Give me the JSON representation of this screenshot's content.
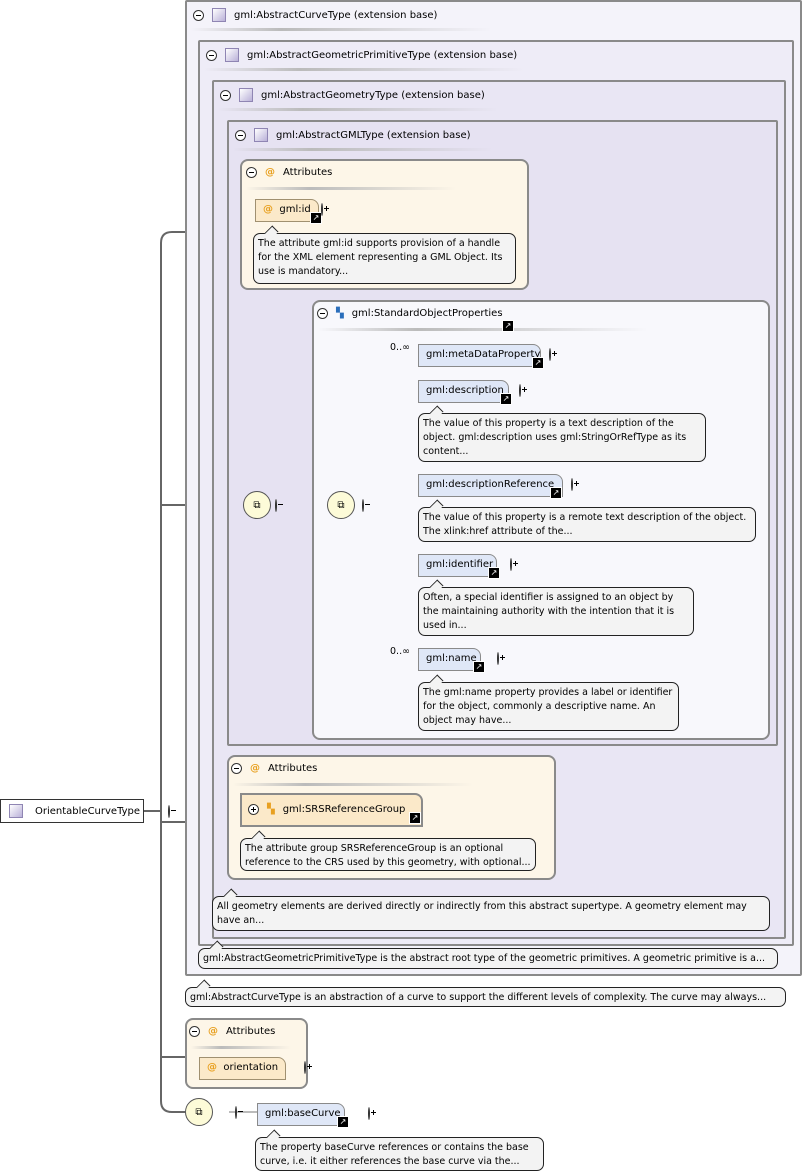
{
  "root": {
    "label": "OrientableCurveType"
  },
  "bases": [
    {
      "label": "gml:AbstractCurveType (extension base)",
      "doc": "gml:AbstractCurveType is an abstraction of a curve to support the different levels of complexity. The curve may always..."
    },
    {
      "label": "gml:AbstractGeometricPrimitiveType (extension base)",
      "doc": "gml:AbstractGeometricPrimitiveType is the abstract root type of the geometric primitives. A geometric primitive is a..."
    },
    {
      "label": "gml:AbstractGeometryType (extension base)",
      "doc": "All geometry elements are derived directly or indirectly from this abstract supertype. A geometry element may have an..."
    },
    {
      "label": "gml:AbstractGMLType (extension base)"
    }
  ],
  "attr_groups": [
    {
      "title": "Attributes",
      "items": [
        {
          "name": "gml:id",
          "doc": "The attribute gml:id supports provision of a handle for the XML element representing a GML Object. Its use is mandatory..."
        }
      ]
    },
    {
      "title": "Attributes",
      "items": [
        {
          "name": "gml:SRSReferenceGroup",
          "doc": "The attribute group SRSReferenceGroup is an optional reference to the CRS used by this geometry, with optional..."
        }
      ]
    },
    {
      "title": "Attributes",
      "items": [
        {
          "name": "orientation"
        }
      ]
    }
  ],
  "group": {
    "label": "gml:StandardObjectProperties"
  },
  "elements": [
    {
      "name": "gml:metaDataProperty",
      "card": "0..∞"
    },
    {
      "name": "gml:description",
      "doc": "The value of this property is a text description of the object. gml:description uses gml:StringOrRefType as its content..."
    },
    {
      "name": "gml:descriptionReference",
      "doc": "The value of this property is a remote text description of the object. The xlink:href attribute of the..."
    },
    {
      "name": "gml:identifier",
      "doc": "Often, a special identifier is assigned to an object by the maintaining authority with the intention that it is used in..."
    },
    {
      "name": "gml:name",
      "card": "0..∞",
      "doc": "The gml:name property provides a label or identifier for the object, commonly a descriptive name. An object may have..."
    }
  ],
  "baseCurve": {
    "name": "gml:baseCurve",
    "doc": "The property baseCurve references or contains the base curve, i.e. it either references the base curve via the..."
  },
  "icons": {
    "at": "@",
    "link": "↗"
  }
}
